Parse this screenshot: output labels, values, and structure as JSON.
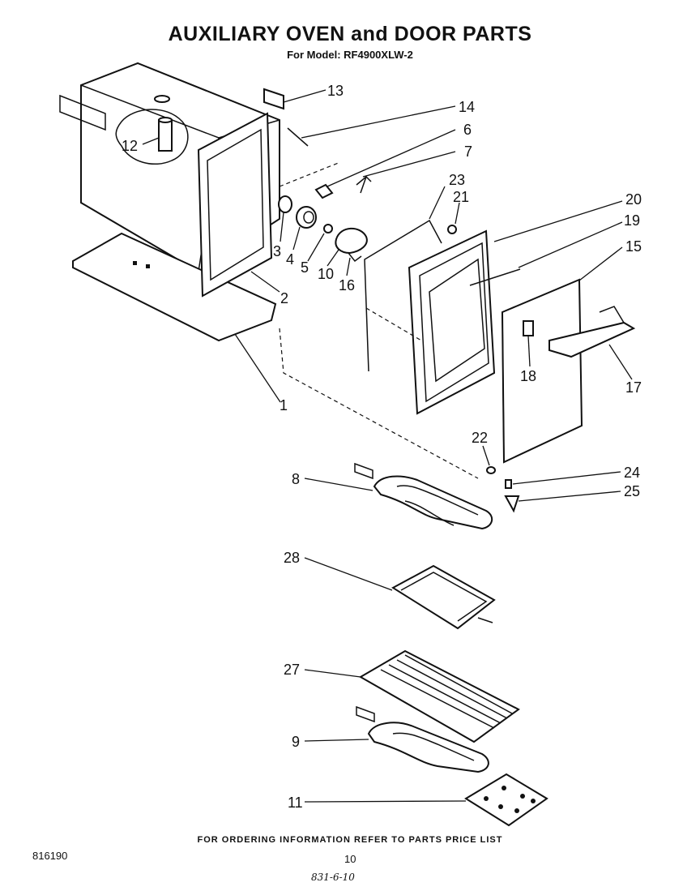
{
  "header": {
    "title": "AUXILIARY OVEN and DOOR PARTS",
    "subtitle": "For Model: RF4900XLW-2"
  },
  "footer": {
    "ordering_note": "FOR ORDERING INFORMATION REFER TO PARTS PRICE LIST",
    "doc_number": "816190",
    "page_number": "10",
    "handwritten_note": "831-6-10"
  },
  "callouts": [
    {
      "id": "13",
      "text": "13"
    },
    {
      "id": "14",
      "text": "14"
    },
    {
      "id": "6",
      "text": "6"
    },
    {
      "id": "7",
      "text": "7"
    },
    {
      "id": "12",
      "text": "12"
    },
    {
      "id": "23",
      "text": "23"
    },
    {
      "id": "21",
      "text": "21"
    },
    {
      "id": "20",
      "text": "20"
    },
    {
      "id": "19",
      "text": "19"
    },
    {
      "id": "15",
      "text": "15"
    },
    {
      "id": "3",
      "text": "3"
    },
    {
      "id": "4",
      "text": "4"
    },
    {
      "id": "5",
      "text": "5"
    },
    {
      "id": "10",
      "text": "10"
    },
    {
      "id": "16",
      "text": "16"
    },
    {
      "id": "2",
      "text": "2"
    },
    {
      "id": "18",
      "text": "18"
    },
    {
      "id": "17",
      "text": "17"
    },
    {
      "id": "1",
      "text": "1"
    },
    {
      "id": "22",
      "text": "22"
    },
    {
      "id": "24",
      "text": "24"
    },
    {
      "id": "25",
      "text": "25"
    },
    {
      "id": "8",
      "text": "8"
    },
    {
      "id": "28",
      "text": "28"
    },
    {
      "id": "27",
      "text": "27"
    },
    {
      "id": "9",
      "text": "9"
    },
    {
      "id": "11",
      "text": "11"
    }
  ]
}
